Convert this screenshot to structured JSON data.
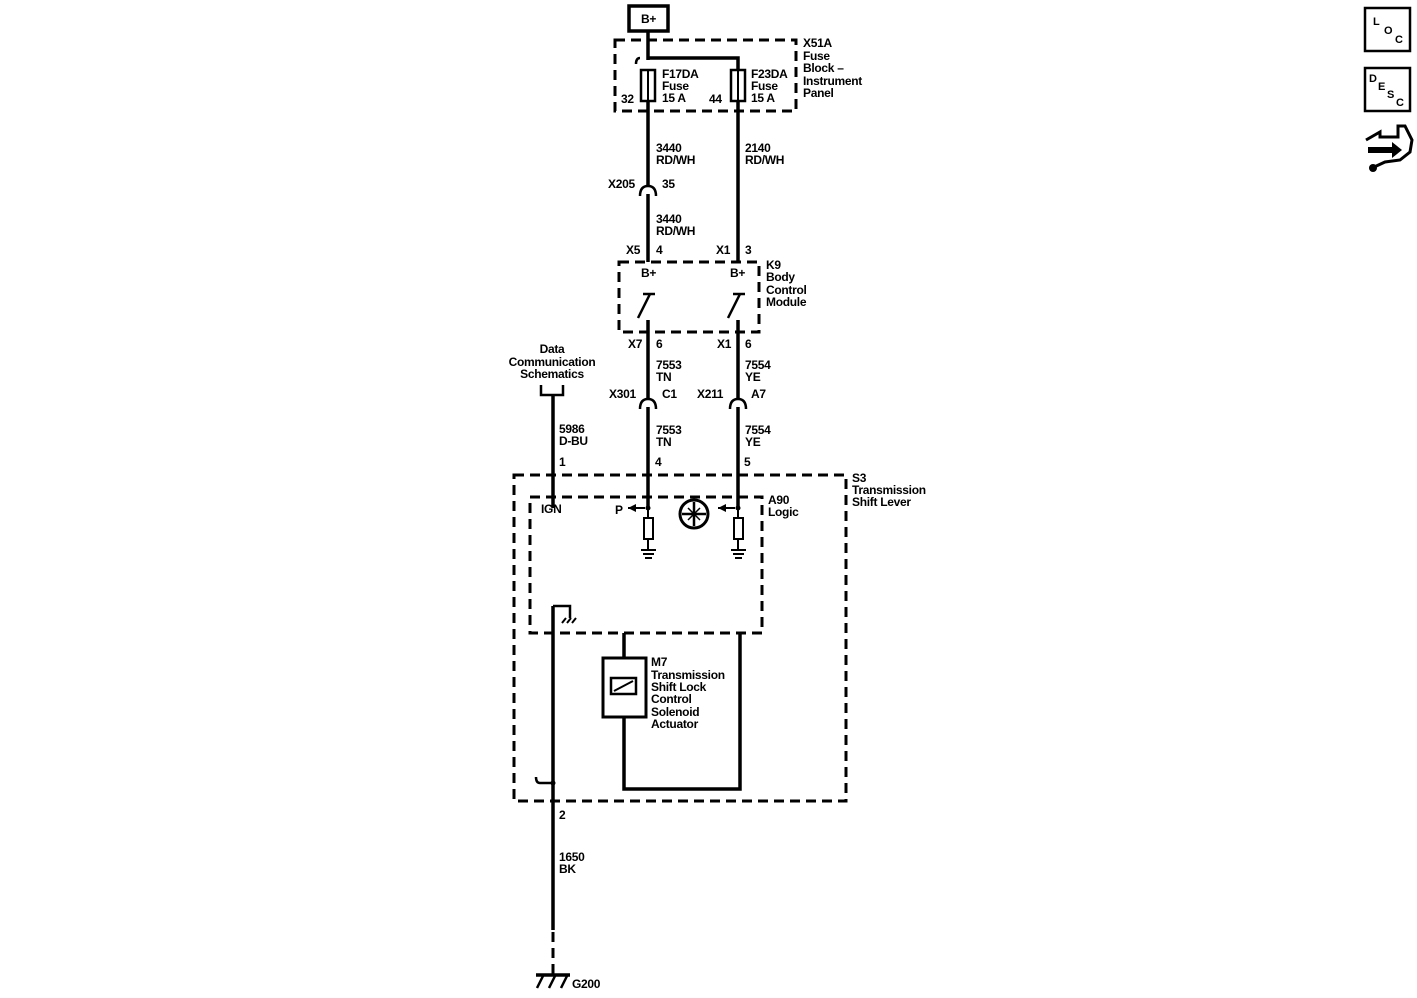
{
  "power": {
    "label": "B+"
  },
  "fuse_block": {
    "id": "X51A",
    "name_lines": [
      "Fuse",
      "Block –",
      "Instrument",
      "Panel"
    ],
    "fuses": [
      {
        "id": "F17DA",
        "type": "Fuse",
        "rating": "15 A",
        "pin": "32"
      },
      {
        "id": "F23DA",
        "type": "Fuse",
        "rating": "15 A",
        "pin": "44"
      }
    ]
  },
  "wires": {
    "w3440_top": {
      "circuit": "3440",
      "color": "RD/WH"
    },
    "w2140": {
      "circuit": "2140",
      "color": "RD/WH"
    },
    "w3440_bottom": {
      "circuit": "3440",
      "color": "RD/WH"
    },
    "w7553_top": {
      "circuit": "7553",
      "color": "TN"
    },
    "w7554_top": {
      "circuit": "7554",
      "color": "YE"
    },
    "w7553_bottom": {
      "circuit": "7553",
      "color": "TN"
    },
    "w7554_bottom": {
      "circuit": "7554",
      "color": "YE"
    },
    "w5986": {
      "circuit": "5986",
      "color": "D-BU"
    },
    "w1650": {
      "circuit": "1650",
      "color": "BK"
    }
  },
  "connectors": {
    "x205": {
      "id": "X205",
      "pin": "35"
    },
    "x5": {
      "id": "X5",
      "pin": "4"
    },
    "x1_in": {
      "id": "X1",
      "pin": "3"
    },
    "x7": {
      "id": "X7",
      "pin": "6"
    },
    "x1_out": {
      "id": "X1",
      "pin": "6"
    },
    "x301": {
      "id": "X301",
      "pin": "C1"
    },
    "x211": {
      "id": "X211",
      "pin": "A7"
    }
  },
  "bcm": {
    "id": "K9",
    "name_lines": [
      "Body",
      "Control",
      "Module"
    ],
    "input_labels": [
      "B+",
      "B+"
    ]
  },
  "data_comm": {
    "lines": [
      "Data",
      "Communication",
      "Schematics"
    ]
  },
  "shift_lever": {
    "id": "S3",
    "name_lines": [
      "Transmission",
      "Shift Lever"
    ],
    "pins": [
      "1",
      "4",
      "5",
      "2"
    ]
  },
  "logic": {
    "id": "A90",
    "name": "Logic",
    "ign_label": "IGN",
    "p_label": "P"
  },
  "solenoid": {
    "id": "M7",
    "name_lines": [
      "Transmission",
      "Shift Lock",
      "Control",
      "Solenoid",
      "Actuator"
    ]
  },
  "ground": {
    "id": "G200"
  },
  "nav": {
    "loc": [
      "L",
      "O",
      "C"
    ],
    "desc": [
      "D",
      "E",
      "S",
      "C"
    ]
  }
}
